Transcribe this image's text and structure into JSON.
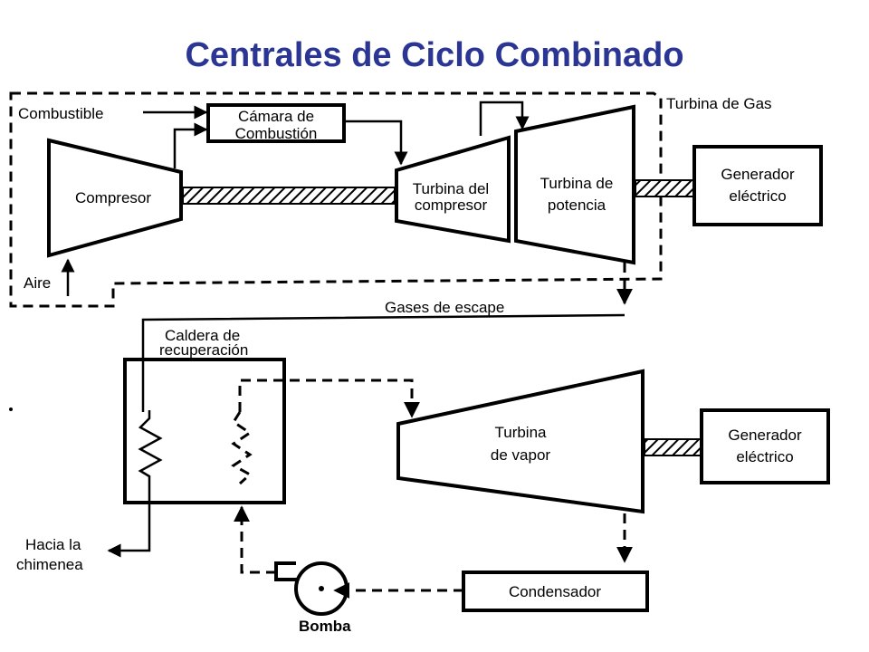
{
  "title": "Centrales de Ciclo Combinado",
  "labels": {
    "turbina_gas": "Turbina de Gas",
    "combustible": "Combustible",
    "camara_1": "Cámara de",
    "camara_2": "Combustión",
    "compresor": "Compresor",
    "turbina_comp_1": "Turbina del",
    "turbina_comp_2": "compresor",
    "turbina_pot_1": "Turbina de",
    "turbina_pot_2": "potencia",
    "generador_1": "Generador",
    "generador_2": "eléctrico",
    "aire": "Aire",
    "gases_escape": "Gases de escape",
    "caldera_1": "Caldera de",
    "caldera_2": "recuperación",
    "turbina_vapor_1": "Turbina",
    "turbina_vapor_2": "de vapor",
    "generador2_1": "Generador",
    "generador2_2": "eléctrico",
    "hacia_1": "Hacia la",
    "hacia_2": "chimenea",
    "condensador": "Condensador",
    "bomba": "Bomba"
  }
}
